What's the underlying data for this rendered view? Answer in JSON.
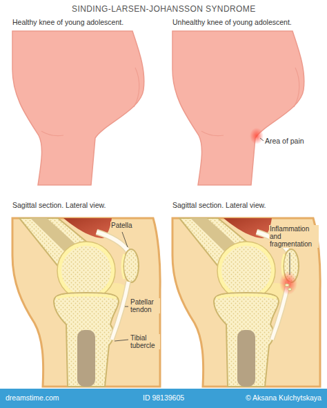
{
  "diagram": {
    "title": "SINDING-LARSEN-JOHANSSON SYNDROME",
    "labels": [
      "Healthy knee of young adolescent.",
      "Unhealthy knee of young adolescent.",
      "Area of pain",
      "Sagittal section. Lateral view.",
      "Sagittal section. Lateral view.",
      "Patella",
      "Patellar tendon",
      "Tibial tubercle",
      "Inflammation and fragmentation",
      "dreamstime.com",
      "ID 98139605",
      "© Aksana Kulchytskaya"
    ]
  }
}
